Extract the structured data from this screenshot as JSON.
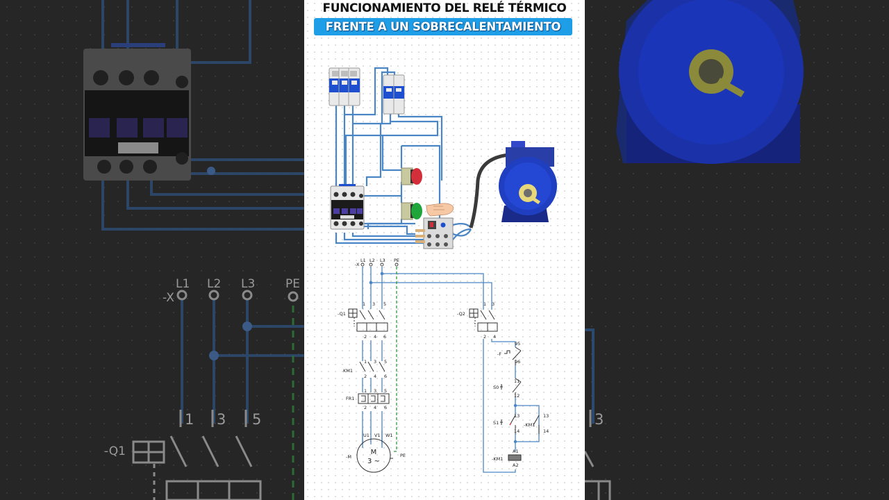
{
  "title": "FUNCIONAMIENTO DEL RELÉ TÉRMICO",
  "subtitle": "FRENTE A UN SOBRECALENTAMIENTO",
  "colors": {
    "wire": "#4a86c5",
    "title_bg": "#1f9ee8",
    "motor": "#1f3fc0",
    "stop_button": "#d32f3a",
    "start_button": "#1fa53a",
    "pe_wire": "#2e9a3a"
  },
  "icons": [
    "breaker-icon",
    "contactor-icon",
    "stop-button-icon",
    "start-button-icon",
    "hand-icon",
    "thermal-relay-icon",
    "motor-icon"
  ],
  "power_circuit": {
    "supply_prefix": "-X",
    "supply_terminals": [
      "L1",
      "L2",
      "L3",
      "PE"
    ],
    "q1_label": "-Q1",
    "q1_top": [
      "1",
      "3",
      "5"
    ],
    "q1_bottom": [
      "2",
      "4",
      "6"
    ],
    "km1_label": "KM1",
    "km1_top": [
      "1",
      "3",
      "5"
    ],
    "km1_bottom": [
      "2",
      "4",
      "6"
    ],
    "fr1_label": "FR1",
    "fr1_top": [
      "1",
      "3",
      "5"
    ],
    "fr1_bottom": [
      "2",
      "4",
      "6"
    ],
    "motor_terminals": [
      "U1",
      "V1",
      "W1"
    ],
    "motor_label": "-M",
    "motor_symbol": "M",
    "motor_phases": "3 ~",
    "pe_label": "PE"
  },
  "control_circuit": {
    "q2_label": "-Q2",
    "q2_top": [
      "1",
      "3"
    ],
    "q2_bottom": [
      "2",
      "4"
    ],
    "f_label": "-F",
    "f_top": "95",
    "f_bottom": "96",
    "s0_label": "S0",
    "s0_top": "11",
    "s0_bottom": "12",
    "s1_label": "S1",
    "s1_top": "13",
    "s1_bottom": "14",
    "km1_aux_label": "-KM1",
    "km1_aux_top": "13",
    "km1_aux_bottom": "14",
    "coil_label": "-KM1",
    "coil_top": "A1",
    "coil_bottom": "A2"
  },
  "background": {
    "left_terminals": [
      "L1",
      "L2",
      "L3",
      "PE"
    ],
    "left_prefix": "-X",
    "left_q1_label": "-Q1",
    "left_numbers": [
      "1",
      "3",
      "5"
    ],
    "right_number": "3"
  }
}
